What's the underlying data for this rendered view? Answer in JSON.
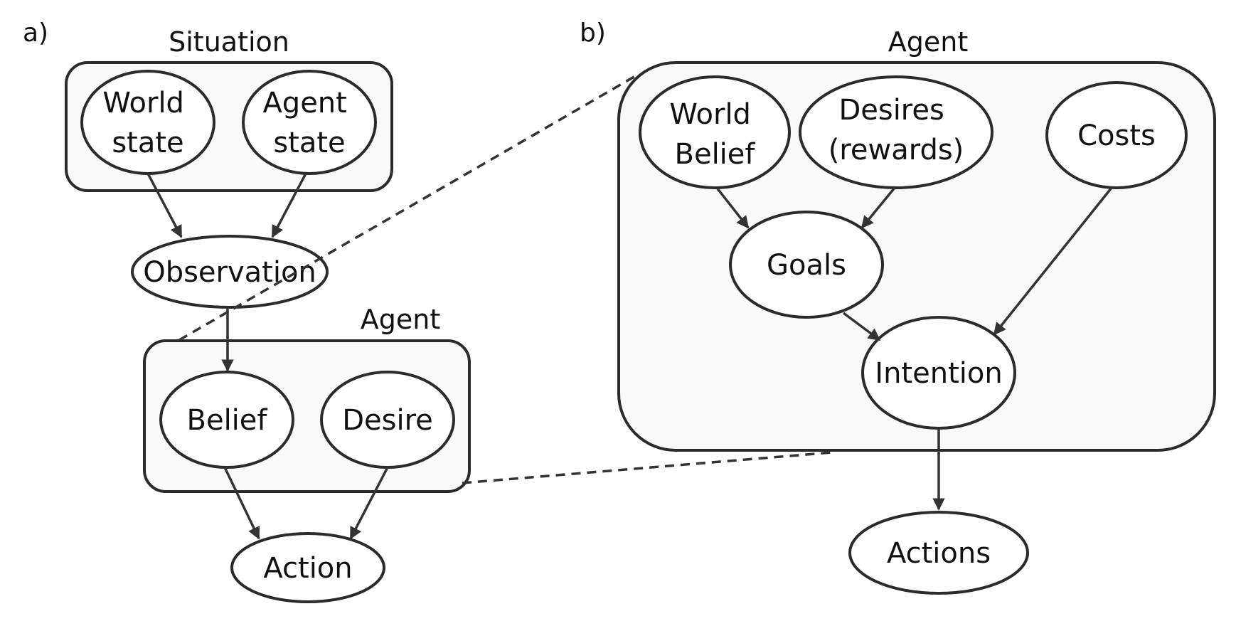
{
  "panels": {
    "a": {
      "label": "a)",
      "situation_title": "Situation",
      "agent_title": "Agent",
      "nodes": {
        "world_state": [
          "World",
          "state"
        ],
        "agent_state": [
          "Agent",
          "state"
        ],
        "observation": "Observation",
        "belief": "Belief",
        "desire": "Desire",
        "action": "Action"
      }
    },
    "b": {
      "label": "b)",
      "agent_title": "Agent",
      "nodes": {
        "world_belief": [
          "World",
          "Belief"
        ],
        "desires": [
          "Desires",
          "(rewards)"
        ],
        "costs": "Costs",
        "goals": "Goals",
        "intention": "Intention",
        "actions": "Actions"
      }
    }
  },
  "edges": [
    [
      "World state",
      "Observation"
    ],
    [
      "Agent state",
      "Observation"
    ],
    [
      "Observation",
      "Belief"
    ],
    [
      "Belief",
      "Action"
    ],
    [
      "Desire",
      "Action"
    ],
    [
      "World Belief",
      "Goals"
    ],
    [
      "Desires (rewards)",
      "Goals"
    ],
    [
      "Goals",
      "Intention"
    ],
    [
      "Costs",
      "Intention"
    ],
    [
      "Intention",
      "Actions"
    ]
  ],
  "colors": {
    "stroke": "#2b2b2b",
    "group_fill": "#f9f9f9",
    "text": "#111111"
  }
}
